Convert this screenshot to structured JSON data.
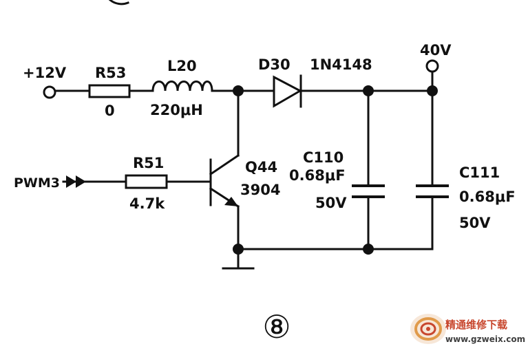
{
  "diagram": {
    "figure_number": "⑧",
    "labels": {
      "vin": "+12V",
      "vout": "40V",
      "pwm": "PWM3",
      "r53": "R53",
      "r53_value": "0",
      "l20": "L20",
      "l20_value": "220μH",
      "d30": "D30",
      "d30_part": "1N4148",
      "r51": "R51",
      "r51_value": "4.7k",
      "q44": "Q44",
      "q44_part": "3904",
      "c110": "C110",
      "c110_value": "0.68μF",
      "c110_voltage": "50V",
      "c111": "C111",
      "c111_value": "0.68μF",
      "c111_voltage": "50V"
    }
  },
  "watermark": {
    "name": "精通维修下载",
    "url": "www.gzweix.com",
    "colors": {
      "accent": "#c8472e",
      "text": "#404040"
    }
  }
}
